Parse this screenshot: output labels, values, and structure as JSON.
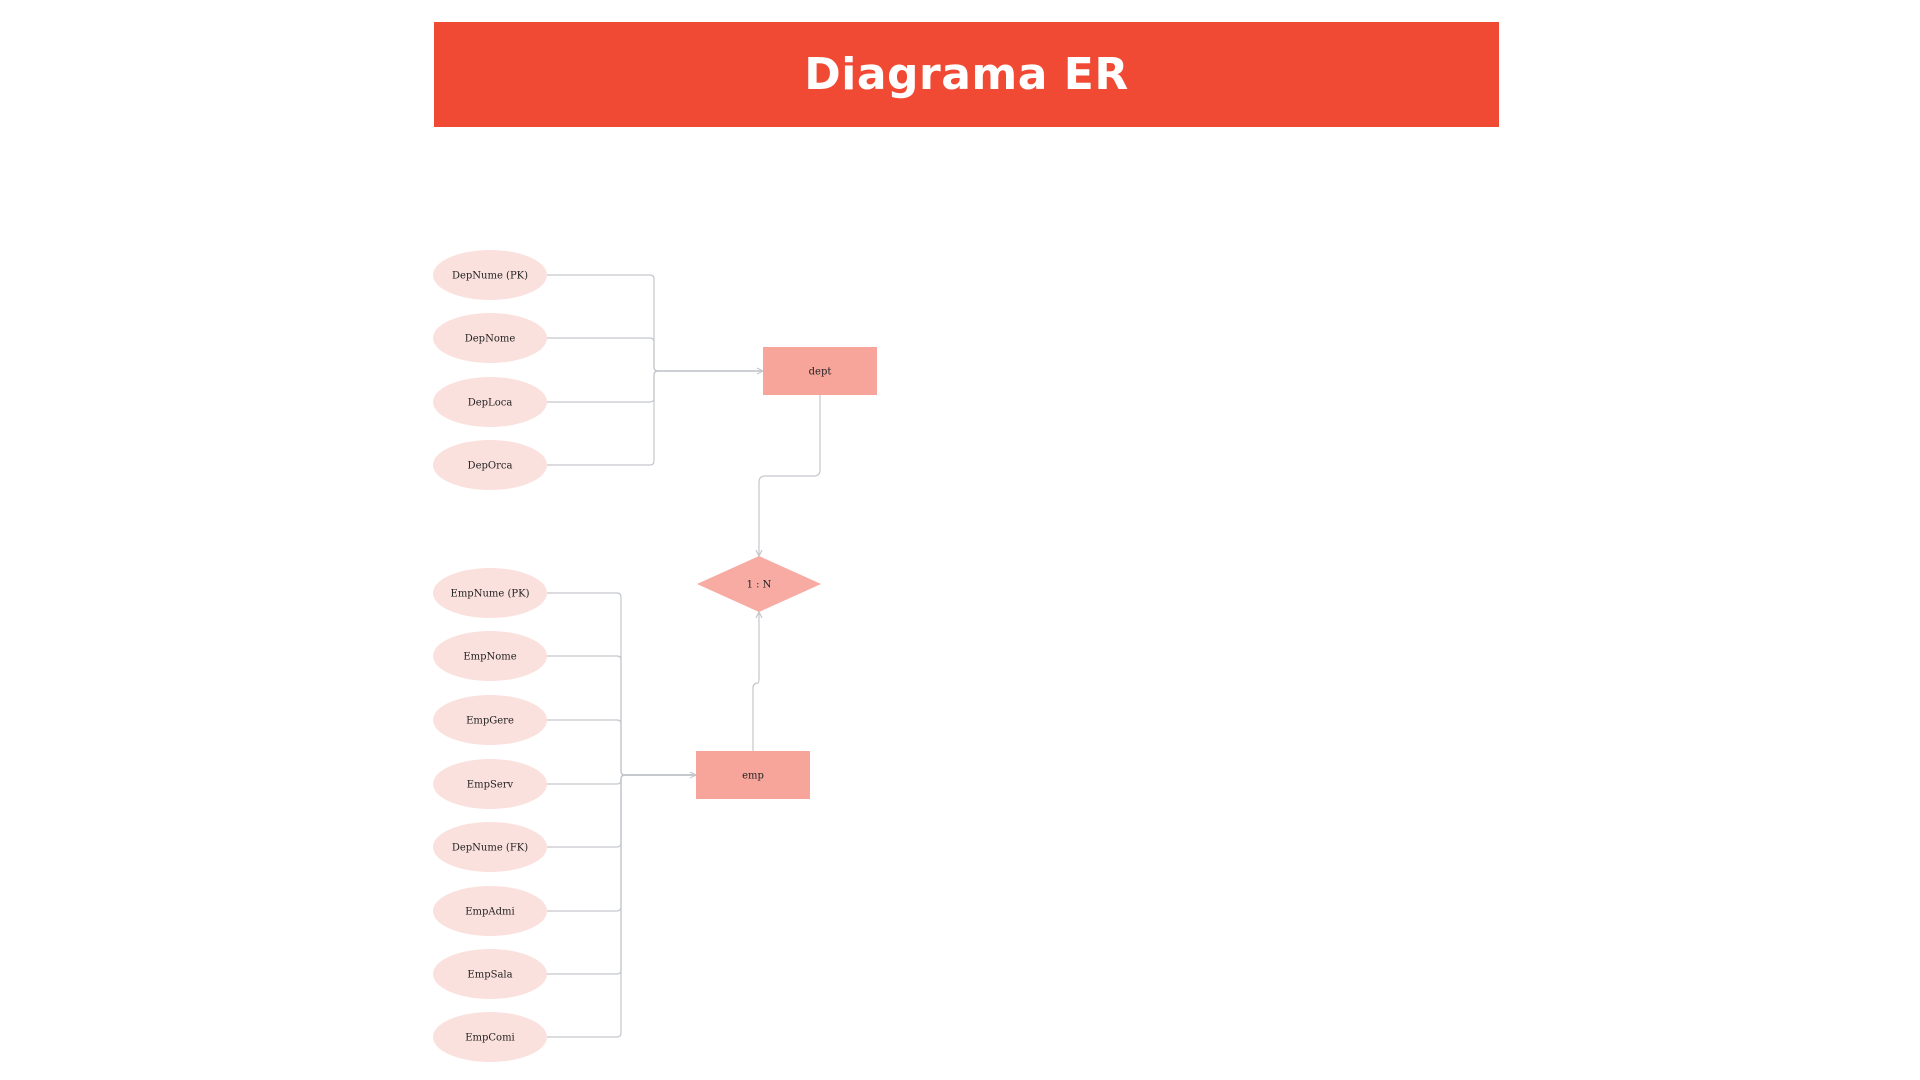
{
  "title": "Diagrama ER",
  "colors": {
    "header_bg": "#f14a34",
    "header_text": "#ffffff",
    "entity_fill": "#f7a49a",
    "attribute_fill": "#fbe1dd",
    "relationship_fill": "#f7aba3",
    "connector": "#c3c7cc"
  },
  "entities": {
    "dept": {
      "label": "dept",
      "attributes": [
        "DepNume (PK)",
        "DepNome",
        "DepLoca",
        "DepOrca"
      ]
    },
    "emp": {
      "label": "emp",
      "attributes": [
        "EmpNume (PK)",
        "EmpNome",
        "EmpGere",
        "EmpServ",
        "DepNume (FK)",
        "EmpAdmi",
        "EmpSala",
        "EmpComi"
      ]
    }
  },
  "relationship": {
    "label": "1 : N"
  }
}
